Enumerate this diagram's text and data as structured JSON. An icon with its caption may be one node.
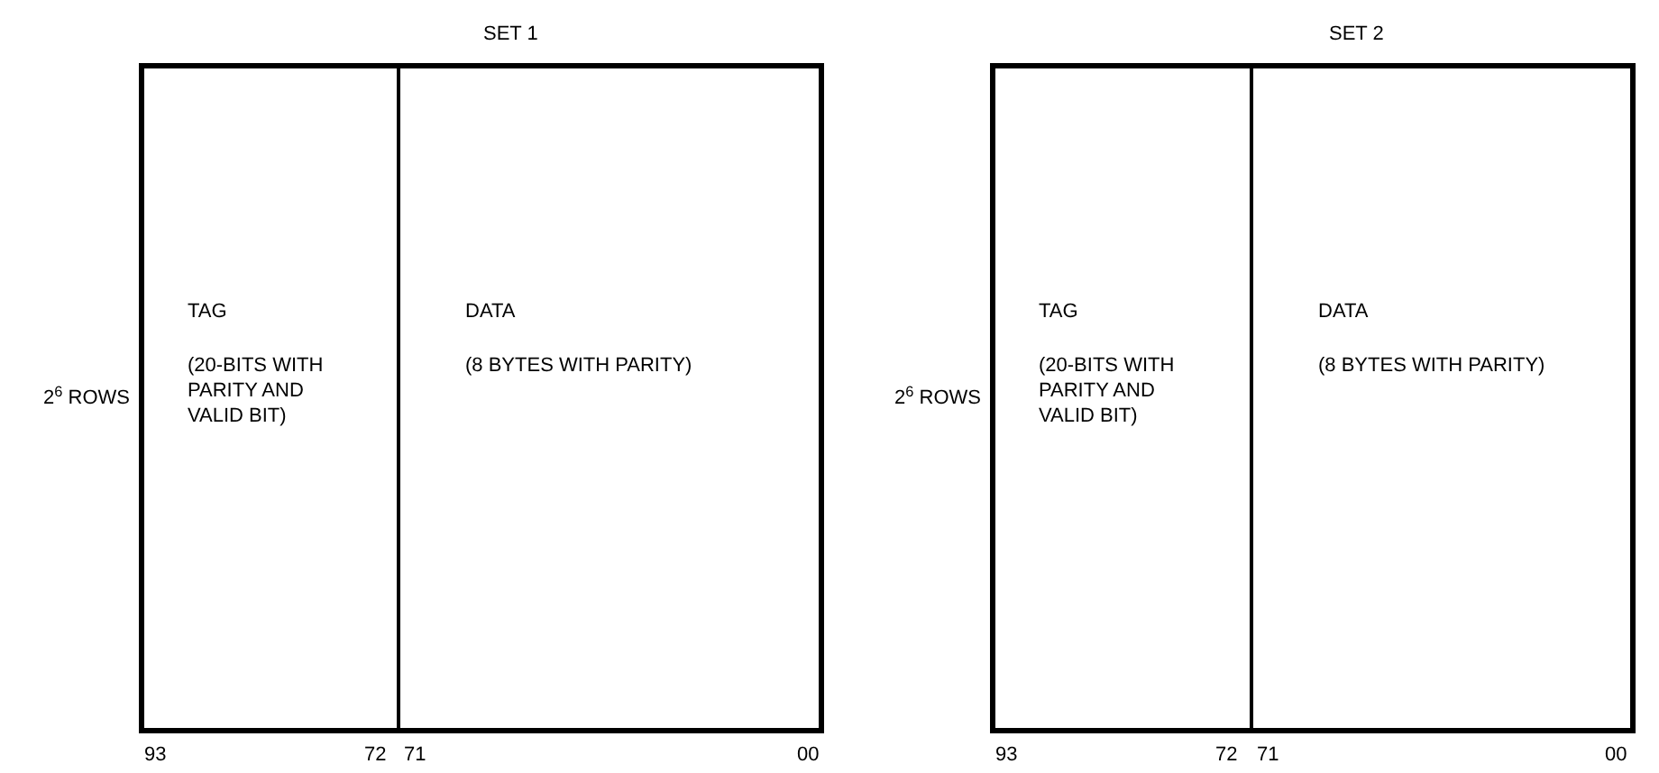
{
  "diagram": {
    "nodes": [
      {
        "text": [
          "SET 1"
        ],
        "beside": [
          "2$^{6}$ ROWS"
        ]
      },
      {
        "text": [
          "TAG",
          "(20-BITS WITH PARITY AND VALID BIT)"
        ],
        "in": 0
      },
      {
        "text": [
          "DATA",
          "(8 BYTES WITH PARITY)"
        ],
        "in": 0
      },
      {
        "text": [
          "SET 2"
        ],
        "beside": [
          "2$^{6}$ ROWS"
        ]
      },
      {
        "text": [
          "TAG",
          "(20-BITS WITH PARITY AND VALID BIT)"
        ],
        "in": 3
      },
      {
        "text": [
          "DATA",
          "(8 BYTES WITH PARITY)"
        ],
        "in": 3
      }
    ],
    "labels": [
      "93",
      "72",
      "71",
      "00",
      "93",
      "72",
      "71",
      "00"
    ]
  }
}
